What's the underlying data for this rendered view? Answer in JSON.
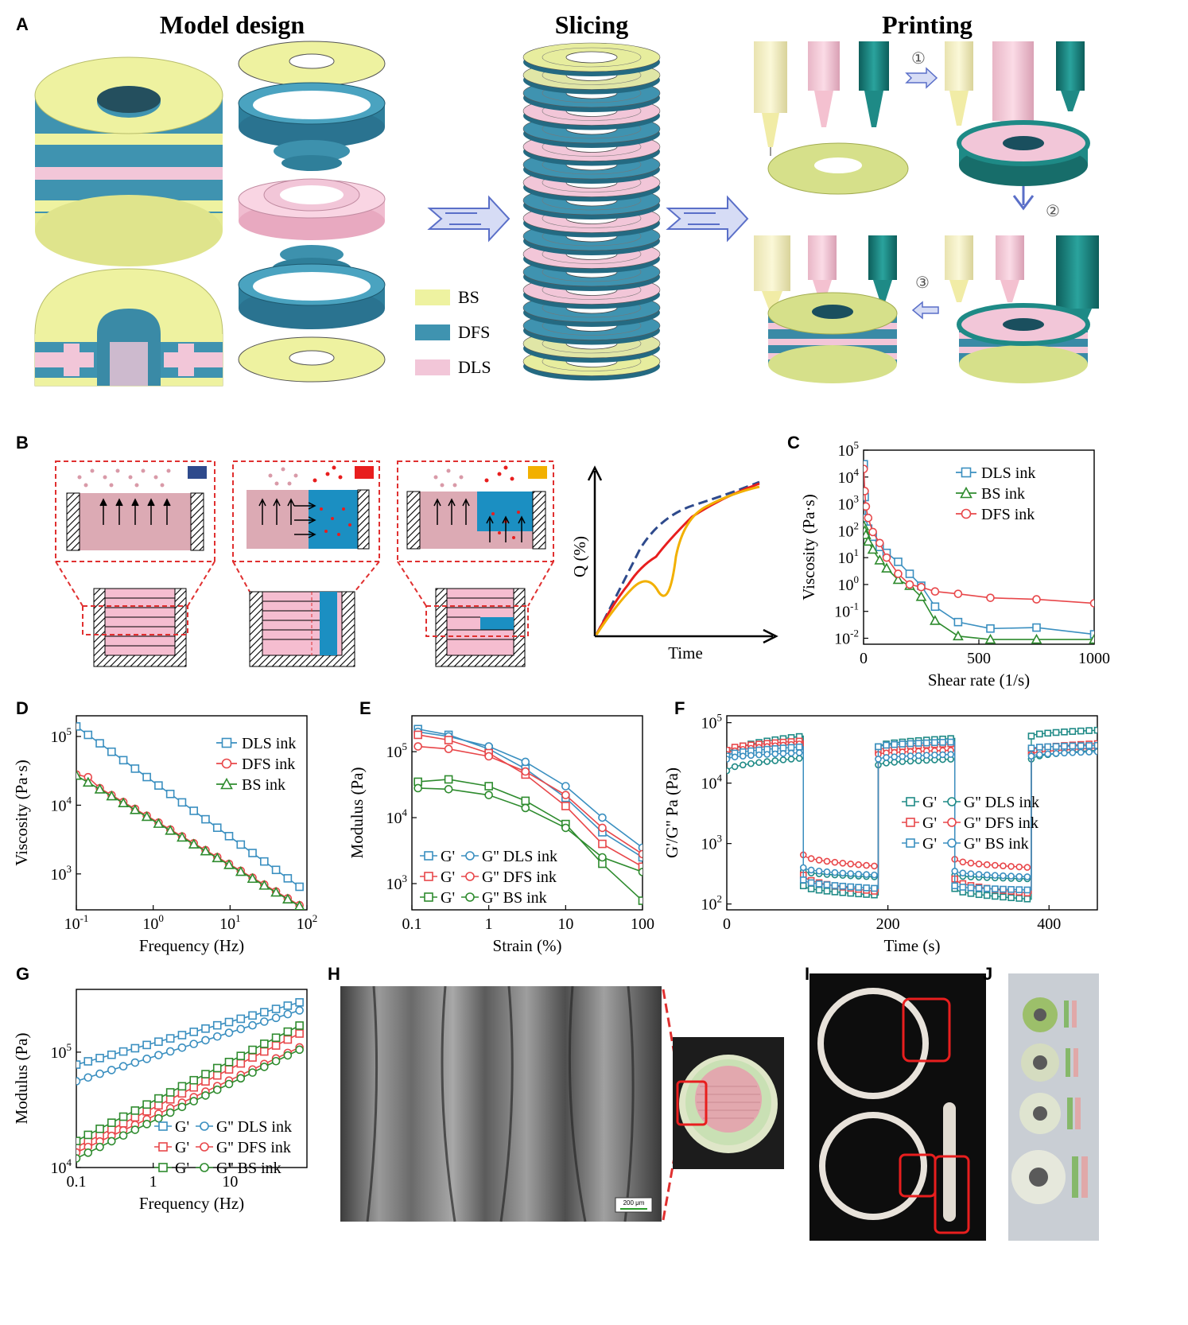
{
  "panels": {
    "A": {
      "label": "A",
      "titles": [
        "Model design",
        "Slicing",
        "Printing"
      ],
      "legend": [
        {
          "name": "BS",
          "color": "#eef2a0"
        },
        {
          "name": "DFS",
          "color": "#3f93b0"
        },
        {
          "name": "DLS",
          "color": "#f2c6d8"
        }
      ],
      "steps": [
        "①",
        "②",
        "③"
      ]
    },
    "B": {
      "label": "B",
      "ylabel": "Q (%)",
      "xlabel": "Time"
    },
    "H": {
      "label": "H",
      "scalebar": "200 μm"
    },
    "I": {
      "label": "I"
    },
    "J": {
      "label": "J"
    }
  },
  "colors": {
    "DLS": "#3a8fc0",
    "DFS": "#e8474a",
    "BS": "#2e8b2e",
    "teal": "#1e8a86",
    "pink": "#f2c6d8",
    "yellow": "#eef2a0"
  },
  "chart_data": [
    {
      "id": "C",
      "label": "C",
      "type": "line",
      "xlabel": "Shear rate (1/s)",
      "ylabel": "Viscosity (Pa·s)",
      "xscale": "linear",
      "yscale": "log",
      "xlim": [
        0,
        1000
      ],
      "ylim": [
        0.006,
        100000
      ],
      "xticks": [
        0,
        500,
        1000
      ],
      "xticklabels": [
        "0",
        "500",
        "1000"
      ],
      "yticks": [
        0.01,
        0.1,
        1,
        10,
        100,
        1000,
        10000,
        100000
      ],
      "yticklabels": [
        [
          "10",
          "-2"
        ],
        [
          "10",
          "-1"
        ],
        [
          "10",
          "0"
        ],
        [
          "10",
          "1"
        ],
        [
          "10",
          "2"
        ],
        [
          "10",
          "3"
        ],
        [
          "10",
          "4"
        ],
        [
          "10",
          "5"
        ]
      ],
      "legend": "top-right",
      "series": [
        {
          "name": "DLS ink",
          "marker": "square",
          "color": "#3a8fc0",
          "x": [
            1,
            5,
            10,
            20,
            40,
            70,
            100,
            150,
            200,
            250,
            310,
            410,
            550,
            750,
            1000
          ],
          "y": [
            30000,
            1800,
            300,
            120,
            60,
            25,
            15,
            7,
            2.5,
            0.9,
            0.15,
            0.04,
            0.023,
            0.025,
            0.014
          ]
        },
        {
          "name": "BS ink",
          "marker": "triangle",
          "color": "#2e8b2e",
          "x": [
            1,
            5,
            10,
            20,
            40,
            70,
            100,
            150,
            200,
            250,
            310,
            410,
            550,
            750,
            1000
          ],
          "y": [
            150,
            100,
            70,
            40,
            20,
            8,
            4,
            1.5,
            0.9,
            0.35,
            0.045,
            0.012,
            0.009,
            0.009,
            0.009
          ]
        },
        {
          "name": "DFS ink",
          "marker": "circle",
          "color": "#e8474a",
          "x": [
            1,
            5,
            10,
            20,
            40,
            70,
            100,
            150,
            200,
            250,
            310,
            410,
            550,
            750,
            1000
          ],
          "y": [
            20000,
            3000,
            800,
            300,
            90,
            35,
            10,
            2.5,
            1,
            0.8,
            0.55,
            0.45,
            0.32,
            0.28,
            0.2
          ]
        }
      ]
    },
    {
      "id": "D",
      "label": "D",
      "type": "line",
      "xlabel": "Frequency (Hz)",
      "ylabel": "Viscosity (Pa·s)",
      "xscale": "log",
      "yscale": "log",
      "xlim": [
        0.1,
        100
      ],
      "ylim": [
        300,
        200000
      ],
      "xticks": [
        0.1,
        1,
        10,
        100
      ],
      "xticklabels": [
        [
          "10",
          "-1"
        ],
        [
          "10",
          "0"
        ],
        [
          "10",
          "1"
        ],
        [
          "10",
          "2"
        ]
      ],
      "yticks": [
        1000,
        10000,
        100000
      ],
      "yticklabels": [
        [
          "10",
          "3"
        ],
        [
          "10",
          "4"
        ],
        [
          "10",
          "5"
        ]
      ],
      "legend": "top-right",
      "series": [
        {
          "name": "DLS ink",
          "marker": "square",
          "color": "#3a8fc0",
          "x_range": [
            0.1,
            80
          ],
          "points": 20,
          "y_start": 140000,
          "y_end": 650
        },
        {
          "name": "DFS ink",
          "marker": "circle",
          "color": "#e8474a",
          "x_range": [
            0.1,
            80
          ],
          "points": 20,
          "y_start": 28000,
          "y_end": 350,
          "bump": 1.15
        },
        {
          "name": "BS ink",
          "marker": "triangle",
          "color": "#2e8b2e",
          "x_range": [
            0.1,
            80
          ],
          "points": 20,
          "y_start": 27000,
          "y_end": 340
        }
      ]
    },
    {
      "id": "E",
      "label": "E",
      "type": "line",
      "xlabel": "Strain (%)",
      "ylabel": "Modulus (Pa)",
      "xscale": "log",
      "yscale": "log",
      "xlim": [
        0.1,
        100
      ],
      "ylim": [
        400,
        350000
      ],
      "xticks": [
        0.1,
        1,
        10,
        100
      ],
      "xticklabels": [
        "0.1",
        "1",
        "10",
        "100"
      ],
      "yticks": [
        1000,
        10000,
        100000
      ],
      "yticklabels": [
        [
          "10",
          "3"
        ],
        [
          "10",
          "4"
        ],
        [
          "10",
          "5"
        ]
      ],
      "legend": "bottom-left",
      "legend_rows": [
        {
          "a": "G'",
          "b": "G''",
          "name": "DLS ink",
          "color": "#3a8fc0"
        },
        {
          "a": "G'",
          "b": "G''",
          "name": "DFS ink",
          "color": "#e8474a"
        },
        {
          "a": "G'",
          "b": "G''",
          "name": "BS ink",
          "color": "#2e8b2e"
        }
      ],
      "series": [
        {
          "name": "G' DLS ink",
          "marker": "square",
          "color": "#3a8fc0",
          "x": [
            0.12,
            0.3,
            1,
            3,
            10,
            30,
            100
          ],
          "y": [
            220000,
            180000,
            110000,
            55000,
            20000,
            6000,
            2500
          ]
        },
        {
          "name": "G'' DLS ink",
          "marker": "circle",
          "color": "#3a8fc0",
          "x": [
            0.12,
            0.3,
            1,
            3,
            10,
            30,
            100
          ],
          "y": [
            200000,
            170000,
            120000,
            70000,
            30000,
            10000,
            3500
          ]
        },
        {
          "name": "G' DFS ink",
          "marker": "square",
          "color": "#e8474a",
          "x": [
            0.12,
            0.3,
            1,
            3,
            10,
            30,
            100
          ],
          "y": [
            180000,
            150000,
            95000,
            45000,
            15000,
            4000,
            1800
          ]
        },
        {
          "name": "G'' DFS ink",
          "marker": "circle",
          "color": "#e8474a",
          "x": [
            0.12,
            0.3,
            1,
            3,
            10,
            30,
            100
          ],
          "y": [
            120000,
            110000,
            85000,
            50000,
            22000,
            7000,
            2800
          ]
        },
        {
          "name": "G' BS ink",
          "marker": "square",
          "color": "#2e8b2e",
          "x": [
            0.12,
            0.3,
            1,
            3,
            10,
            30,
            100
          ],
          "y": [
            35000,
            38000,
            30000,
            18000,
            8000,
            2000,
            550
          ]
        },
        {
          "name": "G'' BS ink",
          "marker": "circle",
          "color": "#2e8b2e",
          "x": [
            0.12,
            0.3,
            1,
            3,
            10,
            30,
            100
          ],
          "y": [
            28000,
            27000,
            22000,
            14000,
            7000,
            2500,
            1500
          ]
        }
      ]
    },
    {
      "id": "F",
      "label": "F",
      "type": "line",
      "xlabel": "Time (s)",
      "ylabel": "G'/G'' Pa (Pa)",
      "xscale": "linear",
      "yscale": "log",
      "xlim": [
        0,
        460
      ],
      "ylim": [
        80,
        130000
      ],
      "xticks": [
        0,
        200,
        400
      ],
      "xticklabels": [
        "0",
        "200",
        "400"
      ],
      "yticks": [
        100,
        1000,
        10000,
        100000
      ],
      "yticklabels": [
        [
          "10",
          "2"
        ],
        [
          "10",
          "3"
        ],
        [
          "10",
          "4"
        ],
        [
          "10",
          "5"
        ]
      ],
      "legend": "center-right",
      "legend_rows": [
        {
          "a": "G'",
          "b": "G''",
          "name": "DLS ink",
          "ca": "#1e8a86",
          "cb": "#1e8a86"
        },
        {
          "a": "G'",
          "b": "G''",
          "name": "DFS ink",
          "ca": "#e8474a",
          "cb": "#e8474a"
        },
        {
          "a": "G'",
          "b": "G''",
          "name": "BS ink",
          "ca": "#3a8fc0",
          "cb": "#3a8fc0"
        }
      ],
      "segments": [
        [
          0,
          95
        ],
        [
          95,
          188
        ],
        [
          188,
          283
        ],
        [
          283,
          378
        ],
        [
          378,
          460
        ]
      ],
      "series": [
        {
          "name": "G' DLS ink",
          "marker": "square",
          "color": "#1e8a86",
          "levels": [
            [
              30000,
              60000
            ],
            [
              200,
              140
            ],
            [
              40000,
              55000
            ],
            [
              180,
              120
            ],
            [
              60000,
              75000
            ]
          ]
        },
        {
          "name": "G'' DLS ink",
          "marker": "circle",
          "color": "#1e8a86",
          "levels": [
            [
              16000,
              26000
            ],
            [
              350,
              280
            ],
            [
              20000,
              25000
            ],
            [
              300,
              260
            ],
            [
              25000,
              35000
            ]
          ]
        },
        {
          "name": "G' DFS ink",
          "marker": "square",
          "color": "#e8474a",
          "levels": [
            [
              35000,
              50000
            ],
            [
              300,
              160
            ],
            [
              35000,
              45000
            ],
            [
              260,
              150
            ],
            [
              35000,
              45000
            ]
          ]
        },
        {
          "name": "G'' DFS ink",
          "marker": "circle",
          "color": "#e8474a",
          "levels": [
            [
              30000,
              45000
            ],
            [
              650,
              420
            ],
            [
              30000,
              35000
            ],
            [
              550,
              400
            ],
            [
              30000,
              38000
            ]
          ]
        },
        {
          "name": "G' BS ink",
          "marker": "square",
          "color": "#3a8fc0",
          "levels": [
            [
              28000,
              40000
            ],
            [
              250,
              180
            ],
            [
              40000,
              48000
            ],
            [
              200,
              170
            ],
            [
              38000,
              42000
            ]
          ]
        },
        {
          "name": "G'' BS ink",
          "marker": "circle",
          "color": "#3a8fc0",
          "levels": [
            [
              25000,
              32000
            ],
            [
              400,
              300
            ],
            [
              25000,
              30000
            ],
            [
              350,
              280
            ],
            [
              28000,
              33000
            ]
          ]
        }
      ]
    },
    {
      "id": "G",
      "label": "G",
      "type": "line",
      "xlabel": "Frequency (Hz)",
      "ylabel": "Modulus (Pa)",
      "xscale": "log",
      "yscale": "log",
      "xlim": [
        0.1,
        100
      ],
      "ylim": [
        10000,
        350000
      ],
      "xticks": [
        0.1,
        1,
        10
      ],
      "xticklabels": [
        "0.1",
        "1",
        "10"
      ],
      "yticks": [
        10000,
        100000
      ],
      "yticklabels": [
        [
          "10",
          "4"
        ],
        [
          "10",
          "5"
        ]
      ],
      "legend": "bottom-right",
      "legend_rows": [
        {
          "a": "G'",
          "b": "G''",
          "name": "DLS ink",
          "color": "#3a8fc0"
        },
        {
          "a": "G'",
          "b": "G''",
          "name": "DFS ink",
          "color": "#e8474a"
        },
        {
          "a": "G'",
          "b": "G''",
          "name": "BS ink",
          "color": "#2e8b2e"
        }
      ],
      "series": [
        {
          "name": "G' DLS ink",
          "marker": "square",
          "color": "#3a8fc0",
          "x_range": [
            0.1,
            80
          ],
          "points": 20,
          "y_start": 78000,
          "y_end": 270000
        },
        {
          "name": "G'' DLS ink",
          "marker": "circle",
          "color": "#3a8fc0",
          "x_range": [
            0.1,
            80
          ],
          "points": 20,
          "y_start": 56000,
          "y_end": 230000
        },
        {
          "name": "G' DFS ink",
          "marker": "square",
          "color": "#e8474a",
          "x_range": [
            0.1,
            80
          ],
          "points": 20,
          "y_start": 15000,
          "y_end": 145000
        },
        {
          "name": "G'' DFS ink",
          "marker": "circle",
          "color": "#e8474a",
          "x_range": [
            0.1,
            80
          ],
          "points": 20,
          "y_start": 13500,
          "y_end": 110000
        },
        {
          "name": "G' BS ink",
          "marker": "square",
          "color": "#2e8b2e",
          "x_range": [
            0.1,
            80
          ],
          "points": 20,
          "y_start": 17000,
          "y_end": 170000
        },
        {
          "name": "G'' BS ink",
          "marker": "circle",
          "color": "#2e8b2e",
          "x_range": [
            0.1,
            80
          ],
          "points": 20,
          "y_start": 12000,
          "y_end": 105000
        }
      ]
    }
  ]
}
